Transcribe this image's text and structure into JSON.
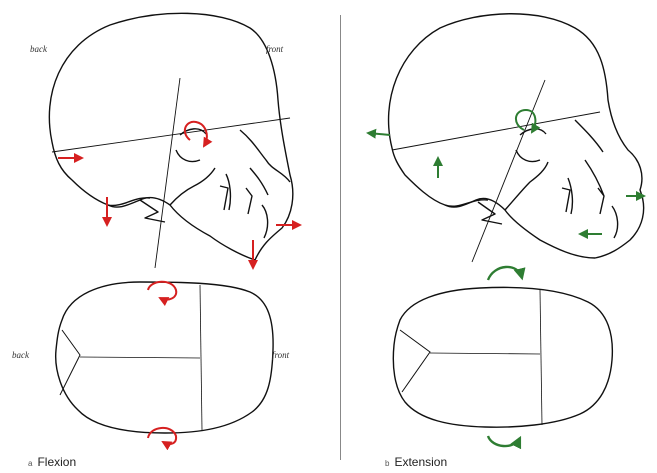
{
  "panels": {
    "flexion": {
      "labels": {
        "back_top": "back",
        "front_top": "front",
        "back_bottom": "back",
        "front_bottom": "front"
      },
      "caption": {
        "letter": "a",
        "text": "Flexion"
      }
    },
    "extension": {
      "caption": {
        "letter": "b",
        "text": "Extension"
      }
    }
  },
  "colors": {
    "flexion_arrows": "#d62020",
    "extension_arrows": "#2e7d32",
    "lines": "#111111"
  },
  "icons": {
    "linear_arrow": "arrow-icon",
    "curved_arrow": "rotation-arrow-icon"
  }
}
